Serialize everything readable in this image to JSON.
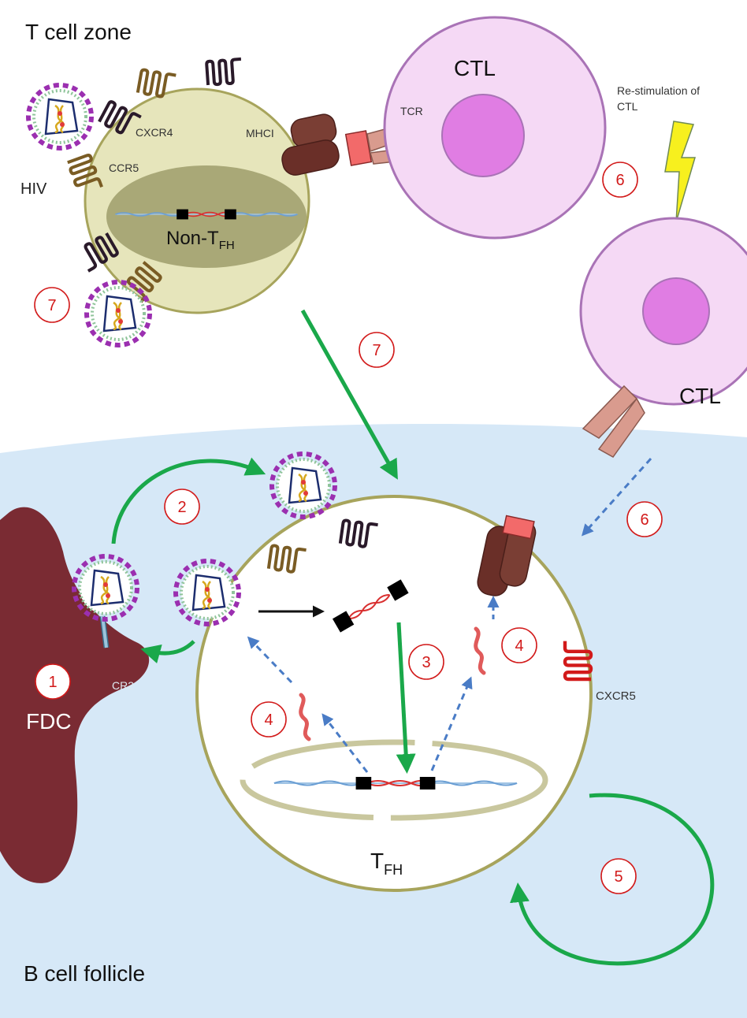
{
  "zones": {
    "t_cell_zone": "T cell zone",
    "b_cell_follicle": "B cell follicle"
  },
  "labels": {
    "hiv": "HIV",
    "cxcr4": "CXCR4",
    "ccr5": "CCR5",
    "mhci": "MHCI",
    "tcr": "TCR",
    "ctl_top": "CTL",
    "ctl_right": "CTL",
    "restim_line1": "Re-stimulation of",
    "restim_line2": "CTL",
    "non_tfh_main": "Non-T",
    "non_tfh_sub": "FH",
    "tfh_main": "T",
    "tfh_sub": "FH",
    "cxcr5": "CXCR5",
    "cr2": "CR2",
    "fdc": "FDC"
  },
  "steps": {
    "s1": "1",
    "s2": "2",
    "s3": "3",
    "s4a": "4",
    "s4b": "4",
    "s5": "5",
    "s6a": "6",
    "s6b": "6",
    "s7a": "7",
    "s7b": "7"
  },
  "colors": {
    "follicle_bg": "#d6e8f7",
    "cell_membrane": "#a7a45c",
    "cell_fill": "#e6e5bb",
    "nucleus_fill": "#a9a877",
    "ctl_fill": "#f5d9f5",
    "ctl_border": "#a973b6",
    "ctl_nucleus": "#e07de3",
    "fdc": "#7a2b33",
    "arrow_green": "#1aa84a",
    "arrow_blue": "#4a7cc6",
    "step_red": "#d21a1a",
    "bolt": "#f7f01e"
  },
  "icons": [
    "hiv-virion-icon",
    "cxcr4-receptor-icon",
    "ccr5-receptor-icon",
    "cxcr5-receptor-icon",
    "mhci-molecule-icon",
    "tcr-molecule-icon",
    "lightning-bolt-icon",
    "provirus-dna-icon",
    "viral-rna-icon"
  ]
}
